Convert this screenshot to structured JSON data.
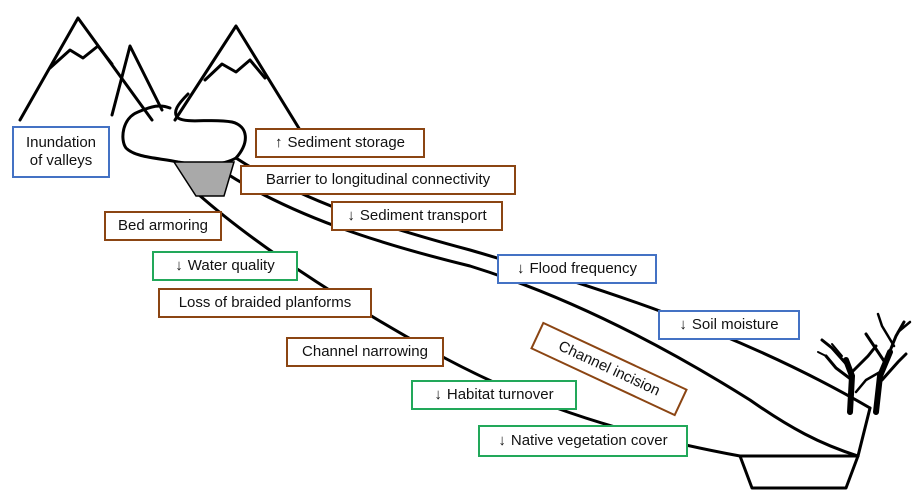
{
  "colors": {
    "morphology": "#8B4513",
    "hydrology": "#4472C4",
    "ecology": "#22A85A",
    "dam": "#A9A9A9",
    "line": "#000000"
  },
  "labels": {
    "inundation_line1": "Inundation",
    "inundation_line2": "of valleys",
    "sediment_storage": "Sediment storage",
    "barrier": "Barrier to longitudinal connectivity",
    "sediment_transport": "Sediment transport",
    "bed_armoring": "Bed armoring",
    "water_quality": "Water quality",
    "flood_frequency": "Flood frequency",
    "braided": "Loss of braided planforms",
    "soil_moisture": "Soil moisture",
    "channel_narrowing": "Channel narrowing",
    "channel_incision": "Channel incision",
    "habitat_turnover": "Habitat turnover",
    "native_vegetation": "Native vegetation cover"
  },
  "arrows": {
    "up": "↑",
    "down": "↓"
  }
}
